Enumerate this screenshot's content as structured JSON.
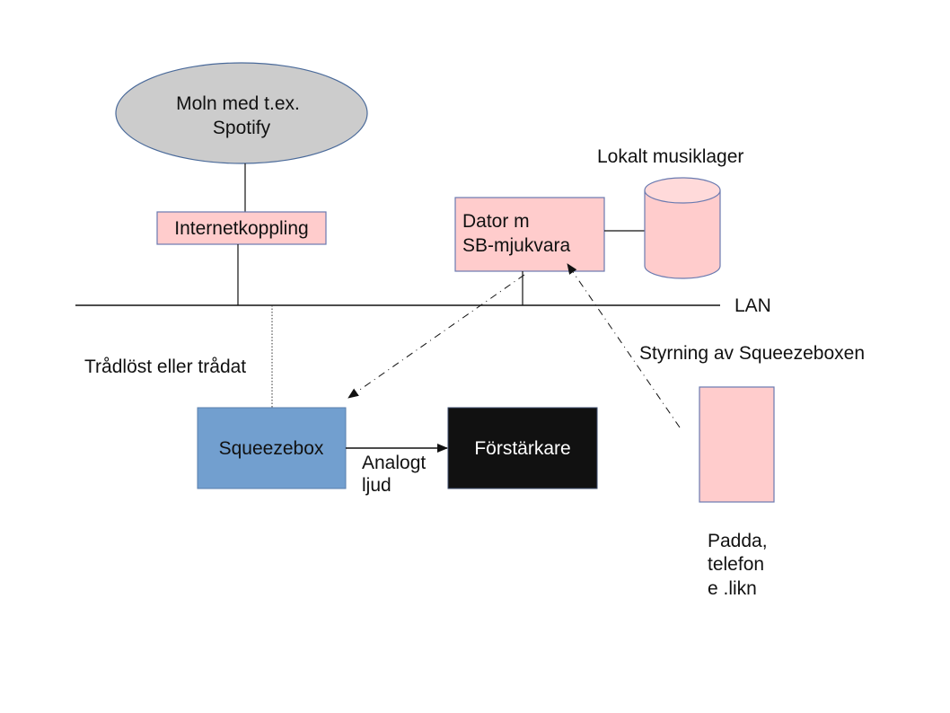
{
  "diagram": {
    "colors": {
      "cloud_fill": "#cccccc",
      "cloud_stroke": "#4a6a9a",
      "pink_fill": "#ffcccc",
      "pink_stroke": "#6a7ab0",
      "squeezebox_fill": "#729fcf",
      "amplifier_fill": "#111111",
      "line": "#111111"
    },
    "nodes": {
      "cloud": {
        "line1": "Moln med t.ex.",
        "line2": "Spotify"
      },
      "internet": {
        "label": "Internetkoppling"
      },
      "computer": {
        "line1": "Dator m",
        "line2": "SB-mjukvara"
      },
      "storage": {
        "label": "Lokalt musiklager"
      },
      "lan": {
        "label": "LAN"
      },
      "squeezebox": {
        "label": "Squeezebox"
      },
      "amplifier": {
        "label": "Förstärkare"
      },
      "device": {
        "line1": "Padda,",
        "line2": "telefon",
        "line3": "e .likn"
      }
    },
    "edges": {
      "wireless": {
        "label": "Trådlöst eller trådat"
      },
      "analog": {
        "line1": "Analogt",
        "line2": "ljud"
      },
      "control": {
        "label": "Styrning av Squeezeboxen"
      }
    }
  }
}
